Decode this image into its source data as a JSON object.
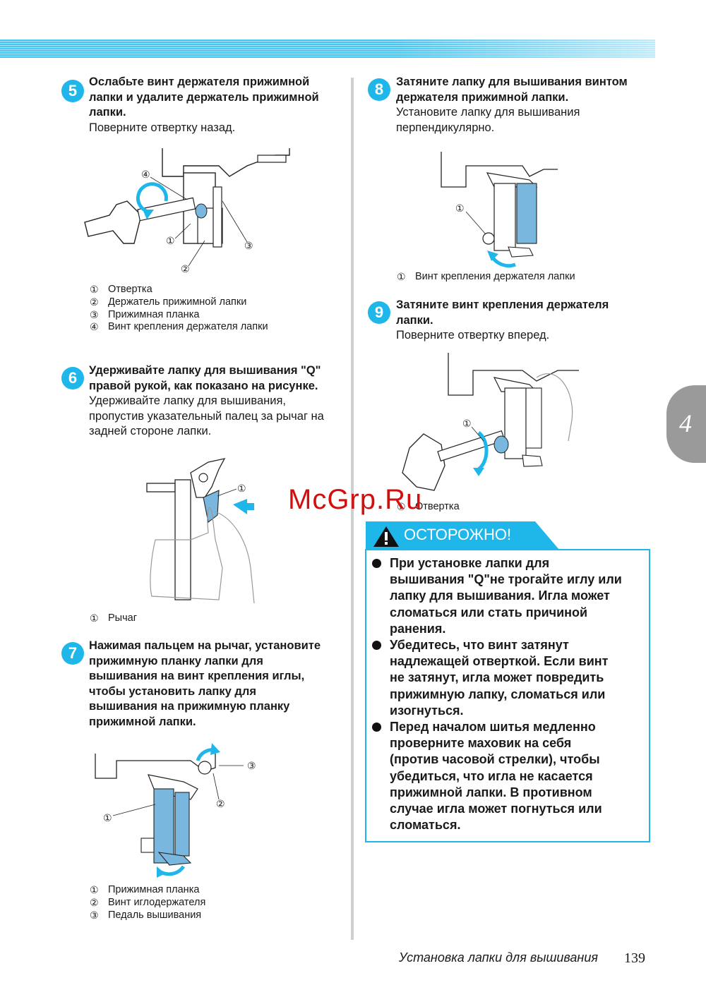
{
  "watermark": "McGrp.Ru",
  "chapter_tab": "4",
  "footer": {
    "title": "Установка лапки для вышивания",
    "page": "139"
  },
  "steps": {
    "s5": {
      "num": "5",
      "bold": [
        "Ослабьте винт держателя прижимной",
        "лапки и удалите держатель прижимной",
        "лапки."
      ],
      "text": [
        "Поверните отвертку назад."
      ],
      "legend": [
        [
          "①",
          "Отвертка"
        ],
        [
          "②",
          "Держатель прижимной лапки"
        ],
        [
          "③",
          "Прижимная планка"
        ],
        [
          "④",
          "Винт крепления держателя лапки"
        ]
      ],
      "callouts": [
        "④",
        "①",
        "②",
        "③"
      ]
    },
    "s6": {
      "num": "6",
      "bold": [
        "Удерживайте лапку для вышивания \"Q\"",
        "правой рукой, как показано на рисунке."
      ],
      "text": [
        "Удерживайте лапку для вышивания,",
        "пропустив указательный палец за рычаг на",
        "задней стороне лапки."
      ],
      "legend": [
        [
          "①",
          "Рычаг"
        ]
      ],
      "callouts": [
        "①"
      ]
    },
    "s7": {
      "num": "7",
      "bold": [
        "Нажимая пальцем на рычаг, установите",
        "прижимную планку лапки для",
        "вышивания на винт крепления иглы,",
        "чтобы установить лапку для",
        "вышивания на прижимную планку",
        "прижимной лапки."
      ],
      "text": [],
      "legend": [
        [
          "①",
          "Прижимная планка"
        ],
        [
          "②",
          "Винт иглодержателя"
        ],
        [
          "③",
          "Педаль вышивания"
        ]
      ],
      "callouts": [
        "③",
        "②",
        "①"
      ]
    },
    "s8": {
      "num": "8",
      "bold": [
        "Затяните лапку для вышивания винтом",
        "держателя прижимной лапки."
      ],
      "text": [
        "Установите лапку для вышивания",
        "перпендикулярно."
      ],
      "legend": [
        [
          "①",
          "Винт крепления держателя лапки"
        ]
      ],
      "callouts": [
        "①"
      ]
    },
    "s9": {
      "num": "9",
      "bold": [
        "Затяните винт крепления держателя",
        "лапки."
      ],
      "text": [
        "Поверните отвертку вперед."
      ],
      "legend": [
        [
          "①",
          "Отвертка"
        ]
      ],
      "callouts": [
        "①"
      ]
    }
  },
  "caution": {
    "title": "ОСТОРОЖНО!",
    "bullets": [
      [
        "При установке лапки для",
        "вышивания \"Q\"не трогайте иглу или",
        "лапку для вышивания. Игла может",
        "сломаться или стать причиной",
        "ранения."
      ],
      [
        "Убедитесь, что винт затянут",
        "надлежащей отверткой. Если винт",
        "не затянут, игла может повредить",
        "прижимную лапку, сломаться или",
        "изогнуться."
      ],
      [
        "Перед началом шитья медленно",
        "проверните маховик на себя",
        "(против часовой стрелки), чтобы",
        "убедиться, что игла не касается",
        "прижимной лапки. В противном",
        "случае игла может погнуться или",
        "сломаться."
      ]
    ]
  },
  "colors": {
    "accent": "#1fb6ea",
    "part_fill": "#7ab7de",
    "tab": "#9a9a9a",
    "watermark": "#d20f0f"
  }
}
